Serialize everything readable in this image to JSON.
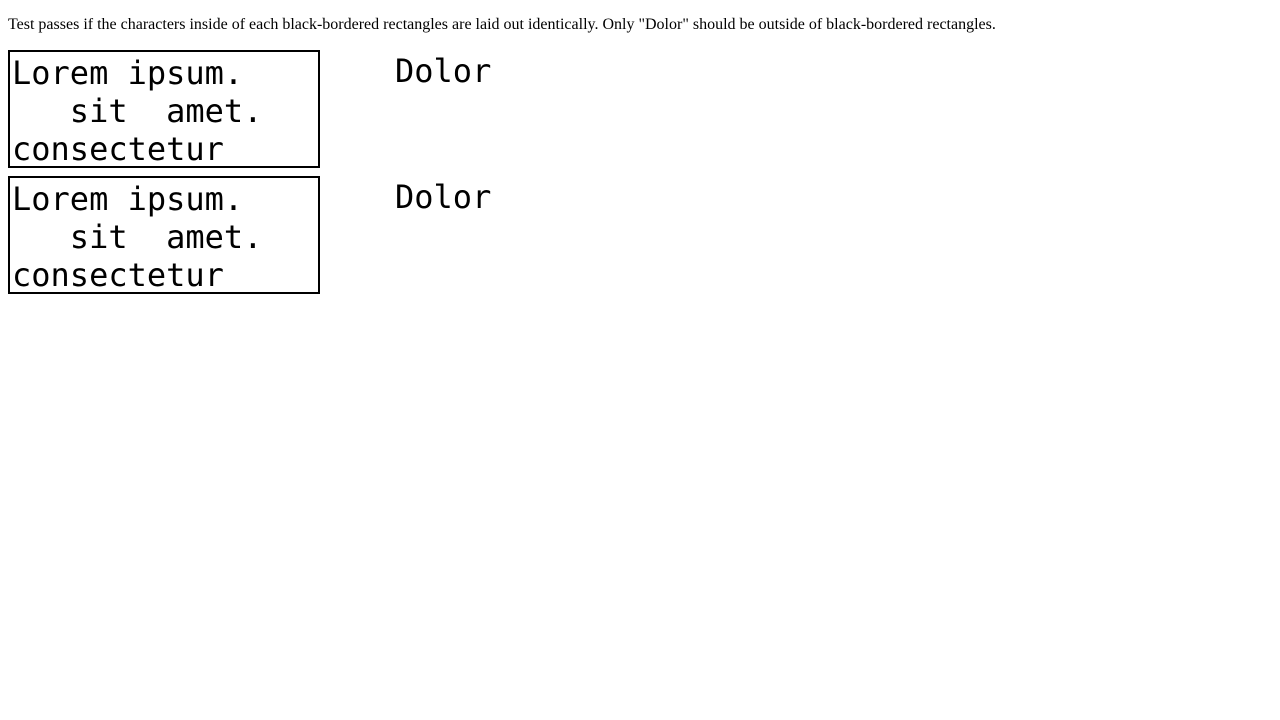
{
  "instructions": "Test passes if the characters inside of each black-bordered rectangles are laid out identically. Only \"Dolor\" should be outside of black-bordered rectangles.",
  "colors": {
    "text": "#000000",
    "border": "#000000",
    "background": "#ffffff"
  },
  "tests": [
    {
      "line_1": "Lorem ipsum.",
      "line_2": "   sit  amet.",
      "line_3": "consectetur",
      "outside_word": "Dolor"
    },
    {
      "line_1": "Lorem ipsum.",
      "line_2": "   sit  amet.",
      "line_3": "consectetur",
      "outside_word": "Dolor"
    }
  ]
}
